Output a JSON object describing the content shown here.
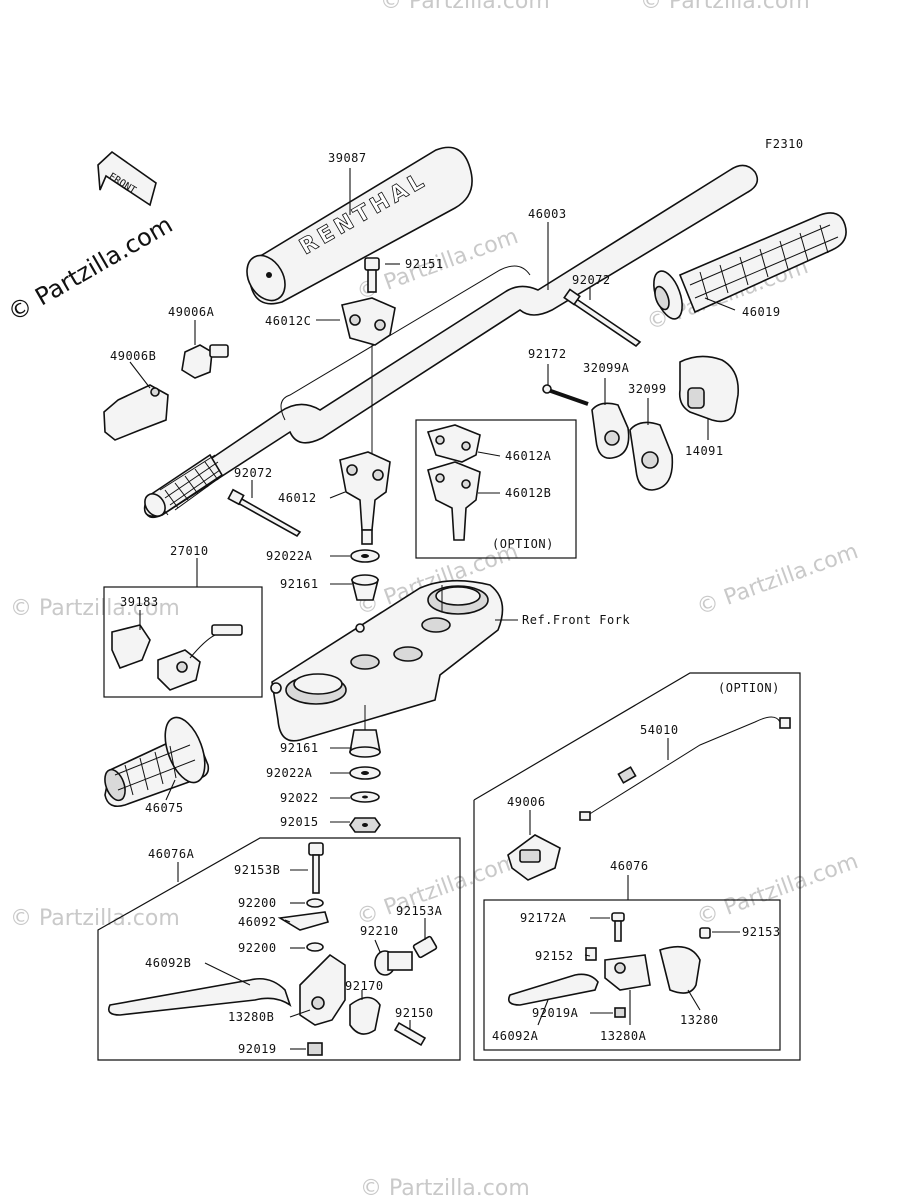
{
  "figure_code": "F2310",
  "front_label": "FRONT",
  "watermarks": {
    "main": "© Partzilla.com",
    "faint": "© Partzilla.com"
  },
  "option_label": "(OPTION)",
  "ref_front_fork": "Ref.Front Fork",
  "pad_brand": "RENTHAL",
  "parts": {
    "p39087": "39087",
    "p46003": "46003",
    "p92151": "92151",
    "p46012C": "46012C",
    "p49006A": "49006A",
    "p49006B": "49006B",
    "p92072a": "92072",
    "p46019": "46019",
    "p92172": "92172",
    "p32099A": "32099A",
    "p32099": "32099",
    "p14091": "14091",
    "p46012A": "46012A",
    "p46012B": "46012B",
    "p92072b": "92072",
    "p46012": "46012",
    "p92022A": "92022A",
    "p92161a": "92161",
    "p27010": "27010",
    "p39183": "39183",
    "p92161b": "92161",
    "p92022A2": "92022A",
    "p92022": "92022",
    "p92015": "92015",
    "p46075": "46075",
    "p54010": "54010",
    "p49006": "49006",
    "p46076": "46076",
    "p46076A": "46076A",
    "p92153B": "92153B",
    "p92200a": "92200",
    "p46092": "46092",
    "p92200b": "92200",
    "p46092B": "46092B",
    "p92210": "92210",
    "p92153A": "92153A",
    "p92170": "92170",
    "p13280B": "13280B",
    "p92150": "92150",
    "p92019": "92019",
    "p92172A": "92172A",
    "p92153": "92153",
    "p92152": "92152",
    "p92019A": "92019A",
    "p46092A": "46092A",
    "p13280A": "13280A",
    "p13280": "13280"
  }
}
